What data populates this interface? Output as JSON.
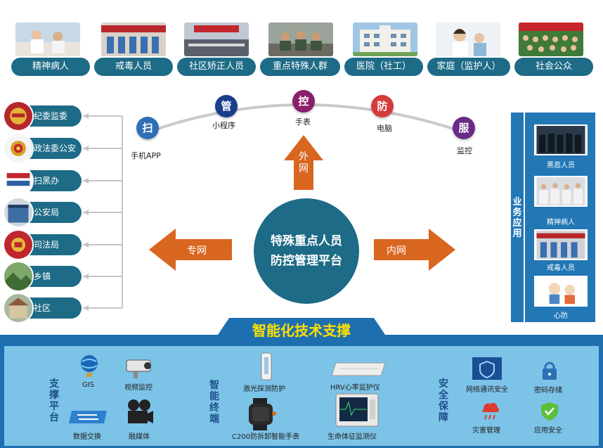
{
  "top_groups": [
    "精神病人",
    "戒毒人员",
    "社区矫正人员",
    "重点特殊人群",
    "医院（社工）",
    "家庭（监护人）",
    "社会公众"
  ],
  "arc_nodes": [
    {
      "char": "扫",
      "caption": "手机APP",
      "color": "#2f6fb5"
    },
    {
      "char": "管",
      "caption": "小程序",
      "color": "#1b3e8a"
    },
    {
      "char": "控",
      "caption": "手表",
      "color": "#8a1f6b"
    },
    {
      "char": "防",
      "caption": "电脑",
      "color": "#d43b3b"
    },
    {
      "char": "服",
      "caption": "监控",
      "color": "#6b2a86"
    }
  ],
  "agencies": [
    "纪委监委",
    "政法委公安",
    "扫黑办",
    "公安局",
    "司法局",
    "乡镇",
    "社区"
  ],
  "center": {
    "line1": "特殊重点人员",
    "line2": "防控管理平台"
  },
  "arrows": {
    "up": "外网",
    "left": "专网",
    "right": "内网"
  },
  "right_panel": {
    "title": "业务应用",
    "items": [
      "黑恶人员",
      "精神病人",
      "戒毒人员",
      "心防"
    ]
  },
  "bottom": {
    "title": "智能化技术支撑",
    "sections": [
      {
        "label": "支撑平台",
        "items": [
          "GIS",
          "视频监控",
          "数据交换",
          "融媒体"
        ]
      },
      {
        "label": "智能终端",
        "items": [
          "激光探测防护",
          "HRV心率监护仪",
          "C200防拆卸智能手表",
          "生命体征监测仪"
        ]
      },
      {
        "label": "安全保障",
        "items": [
          "网络通讯安全",
          "密码存储",
          "灾害管理",
          "应用安全"
        ]
      }
    ]
  },
  "colors": {
    "teal": "#1d6b86",
    "orange": "#d9661f",
    "panel_blue": "#2277b5",
    "bottom_bg": "#6bbbe3"
  }
}
